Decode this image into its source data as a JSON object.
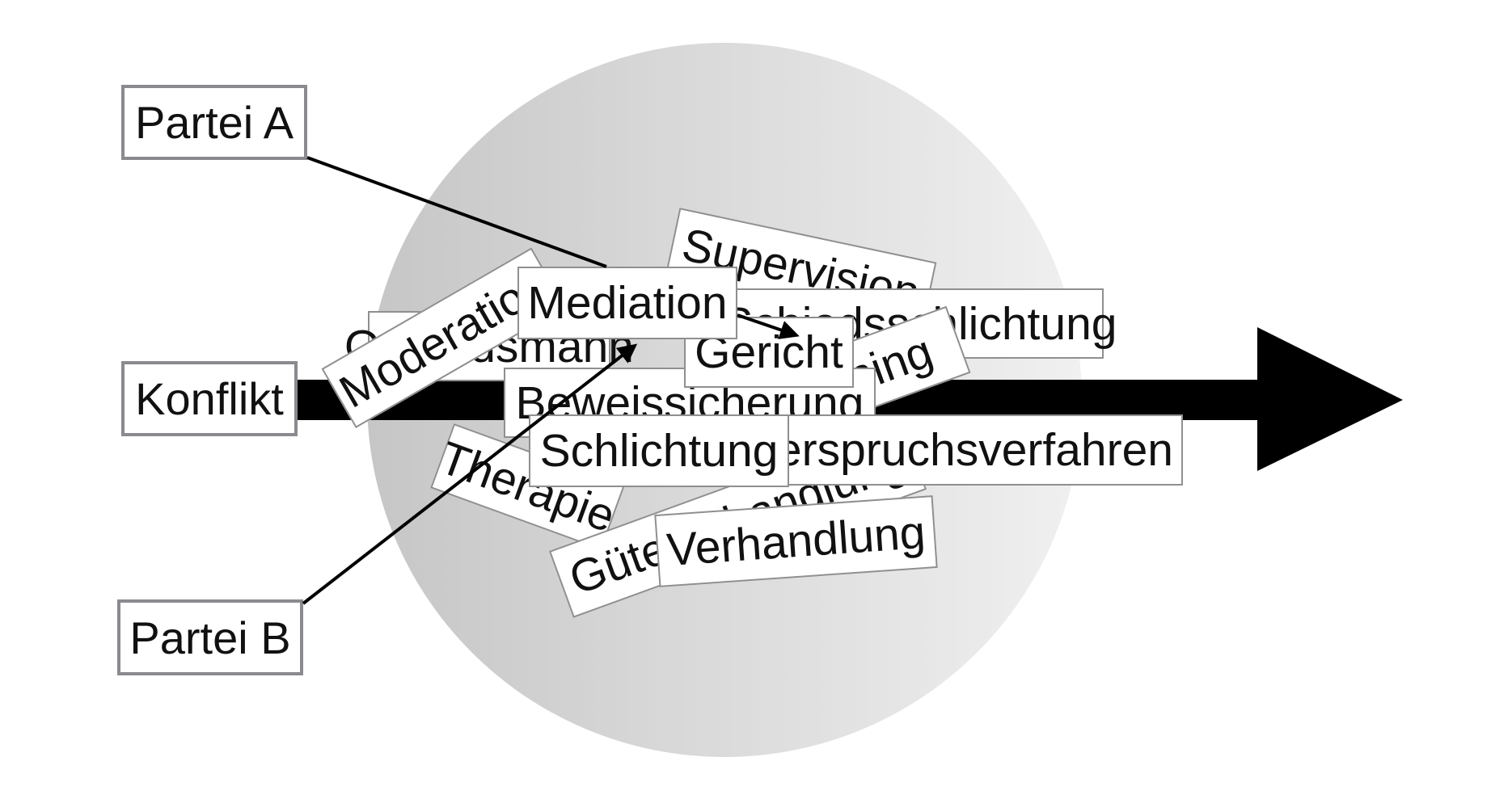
{
  "parties": {
    "a": "Partei A",
    "conflict": "Konflikt",
    "b": "Partei B"
  },
  "methods": [
    "Ombudsmann",
    "Moderation",
    "Supervision",
    "Schiedsschlichtung",
    "Coaching",
    "Beweissicherung",
    "Therapie",
    "Güteverhandlung",
    "Widerspruchsverfahren",
    "Verhandlung",
    "Gericht",
    "Schlichtung",
    "Mediation"
  ],
  "colors": {
    "circle_light": "#efefef",
    "circle_dark": "#c8c8c8",
    "arrow": "#000000",
    "box_border": "#8f8f8f",
    "party_border": "#8a8a8f"
  }
}
